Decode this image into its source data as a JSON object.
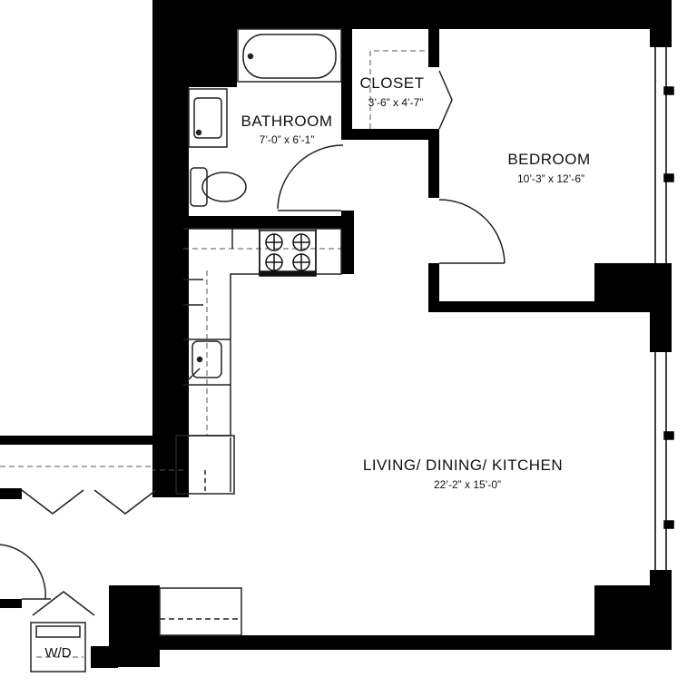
{
  "colors": {
    "wall": "#000000",
    "fixture": "#222222",
    "background": "#ffffff"
  },
  "rooms": {
    "bathroom": {
      "name": "BATHROOM",
      "dims": "7’-0” x 6’-1”"
    },
    "closet": {
      "name": "CLOSET",
      "dims": "3’-6” x 4’-7”"
    },
    "bedroom": {
      "name": "BEDROOM",
      "dims": "10’-3” x 12’-6”"
    },
    "living": {
      "name": "LIVING/ DINING/ KITCHEN",
      "dims": "22’-2” x 15’-0”"
    }
  },
  "appliances": {
    "washer_dryer": "W/D"
  },
  "icons": [
    "bathtub-icon",
    "sink-icon",
    "toilet-icon",
    "stove-icon",
    "kitchen-sink-icon",
    "washer-dryer-icon",
    "door-swing-icon"
  ]
}
